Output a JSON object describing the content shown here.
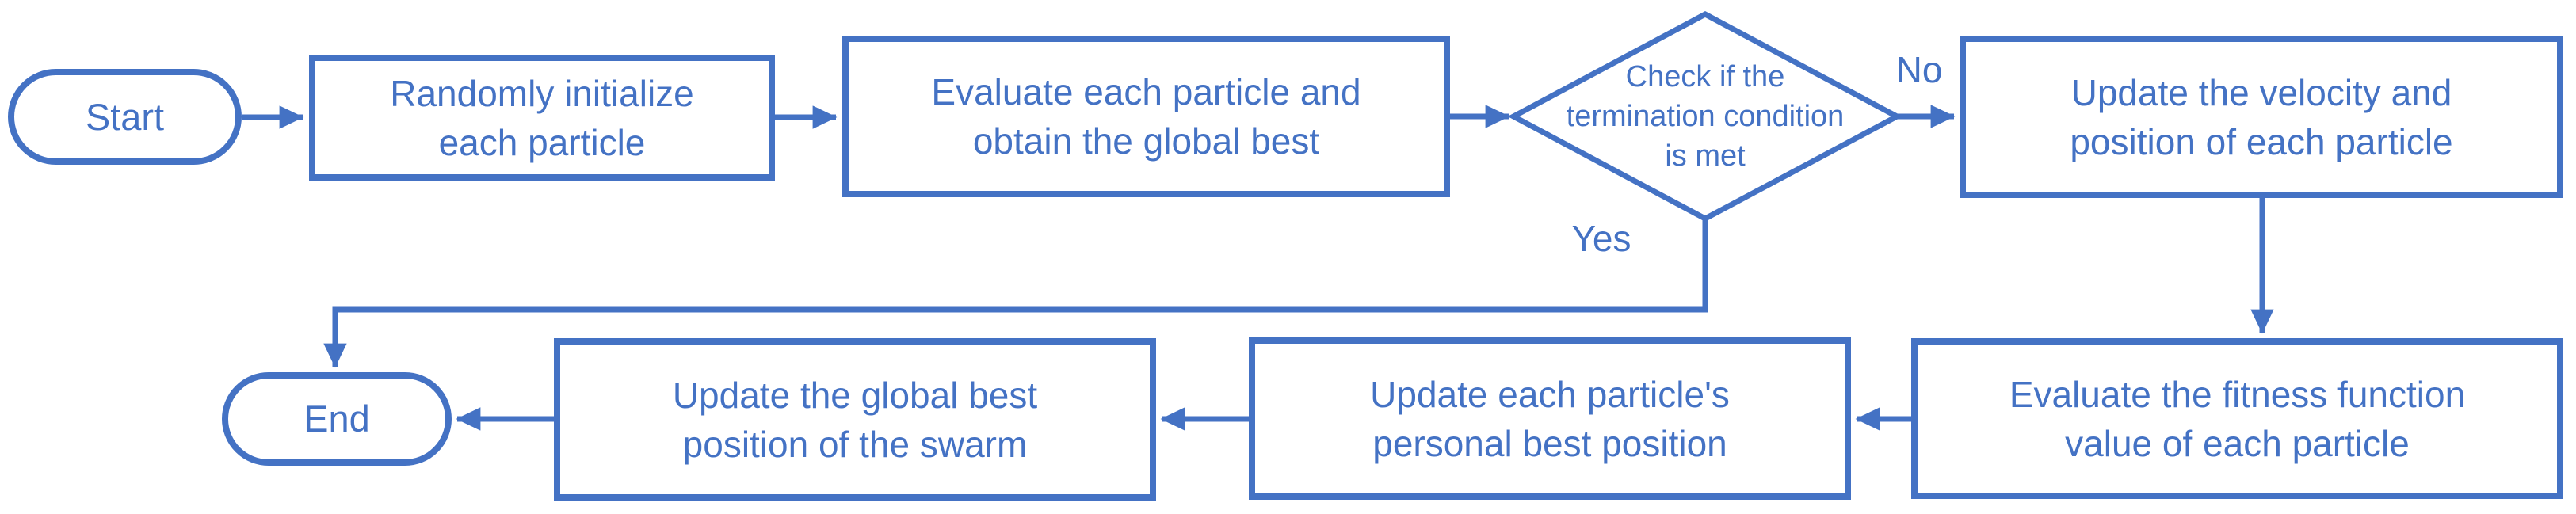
{
  "diagram": {
    "type": "flowchart",
    "colors": {
      "shape_stroke": "#4472C4",
      "text": "#4472C4",
      "background": "#FFFFFF"
    },
    "nodes": {
      "start": {
        "shape": "terminator",
        "label": "Start"
      },
      "init": {
        "shape": "process",
        "lines": [
          "Randomly initialize",
          "each particle"
        ]
      },
      "evaluate_global": {
        "shape": "process",
        "lines": [
          "Evaluate each particle and",
          "obtain the global best"
        ]
      },
      "termination_check": {
        "shape": "decision",
        "lines": [
          "Check if the",
          "termination condition",
          "is met"
        ]
      },
      "update_velocity": {
        "shape": "process",
        "lines": [
          "Update the velocity and",
          "position of each particle"
        ]
      },
      "evaluate_fitness": {
        "shape": "process",
        "lines": [
          "Evaluate the fitness function",
          "value of each particle"
        ]
      },
      "update_personal_best": {
        "shape": "process",
        "lines": [
          "Update each particle's",
          "personal best position"
        ]
      },
      "update_global_best": {
        "shape": "process",
        "lines": [
          "Update the global best",
          "position of the swarm"
        ]
      },
      "end": {
        "shape": "terminator",
        "label": "End"
      }
    },
    "edge_labels": {
      "no": "No",
      "yes": "Yes"
    }
  }
}
